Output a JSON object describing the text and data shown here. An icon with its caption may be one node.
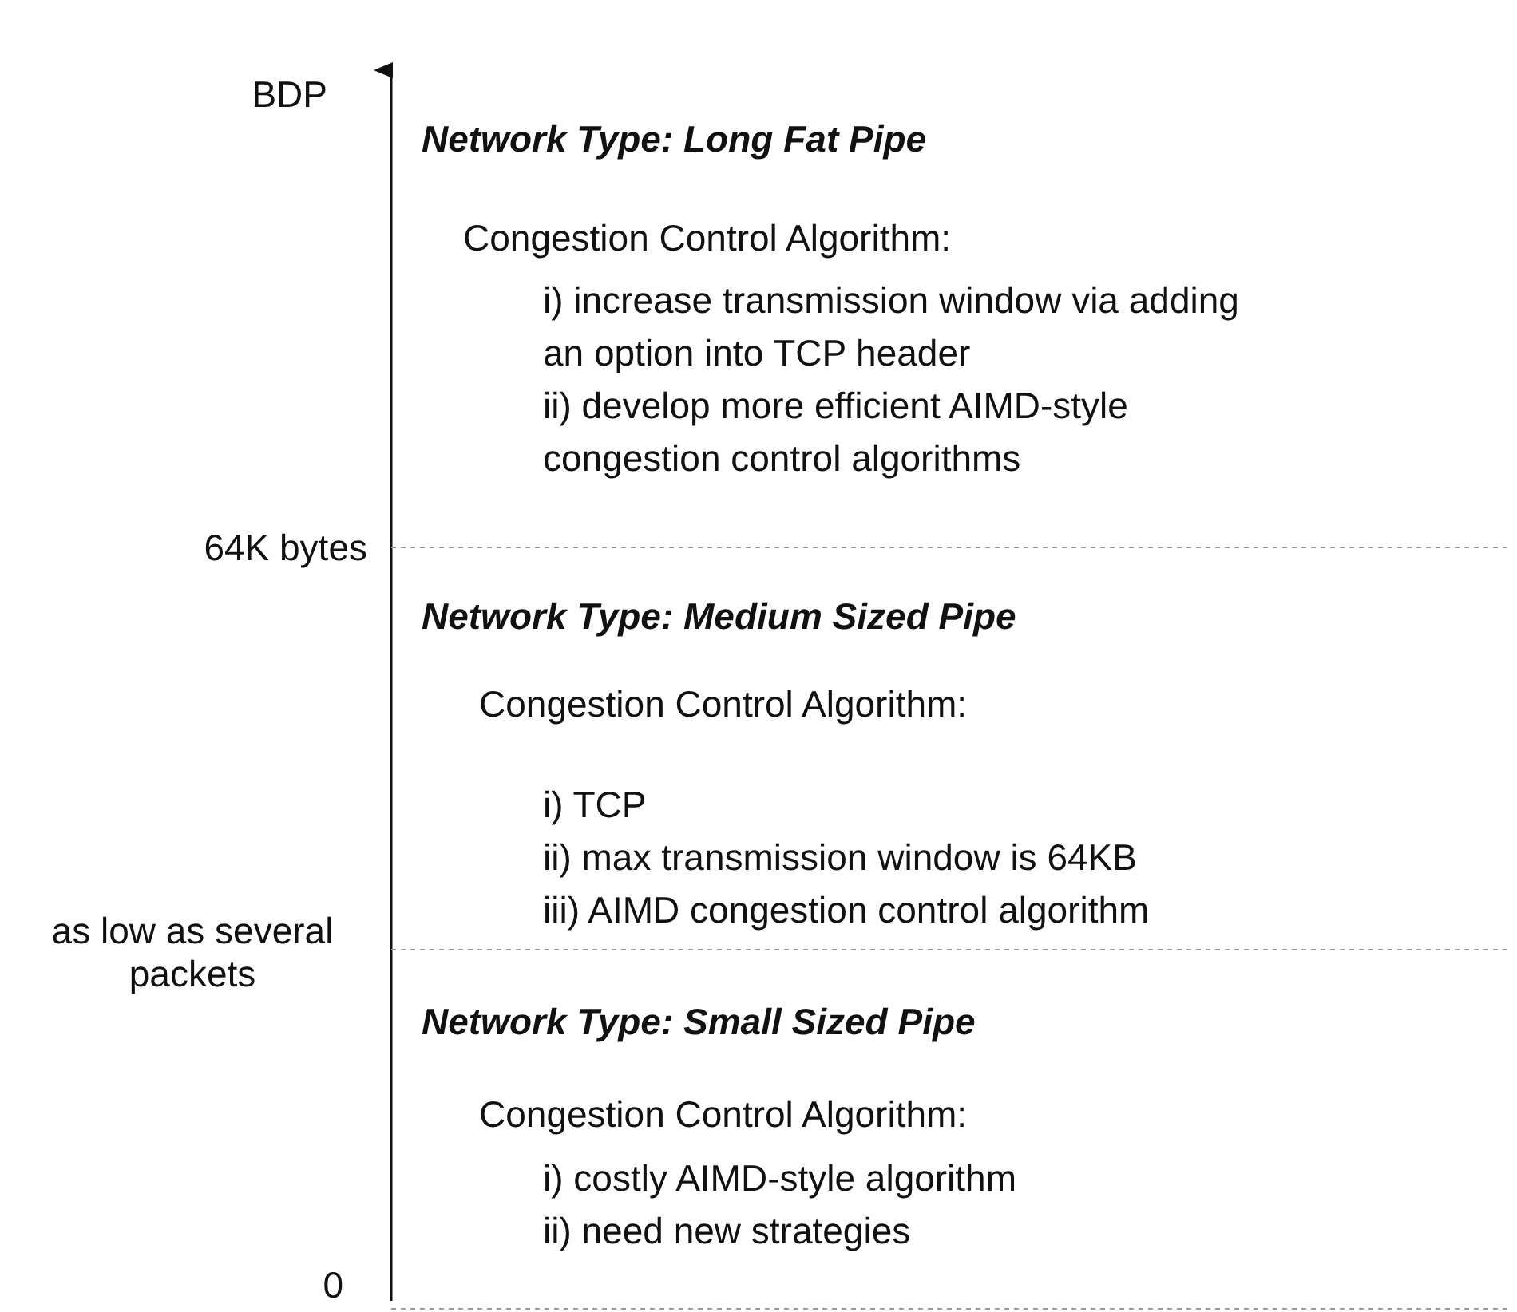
{
  "diagram": {
    "nodes": [
      {
        "text": [
          "Network Type: Long Fat Pipe",
          "Congestion Control Algorithm:",
          "i) increase transmission window via adding an option into TCP header",
          "ii) develop more efficient AIMD-style congestion control algorithms"
        ]
      },
      {
        "text": [
          "Network Type: Medium Sized Pipe",
          "Congestion Control Algorithm:",
          "i) TCP",
          "ii) max transmission window is 64KB",
          "iii) AIMD congestion control algorithm"
        ]
      },
      {
        "text": [
          "Network Type: Small Sized Pipe",
          "Congestion Control Algorithm:",
          "i) costly AIMD-style algorithm",
          "ii) need new strategies"
        ]
      }
    ],
    "labels": [
      "BDP",
      "64K bytes",
      "as low as several packets",
      "0"
    ]
  }
}
